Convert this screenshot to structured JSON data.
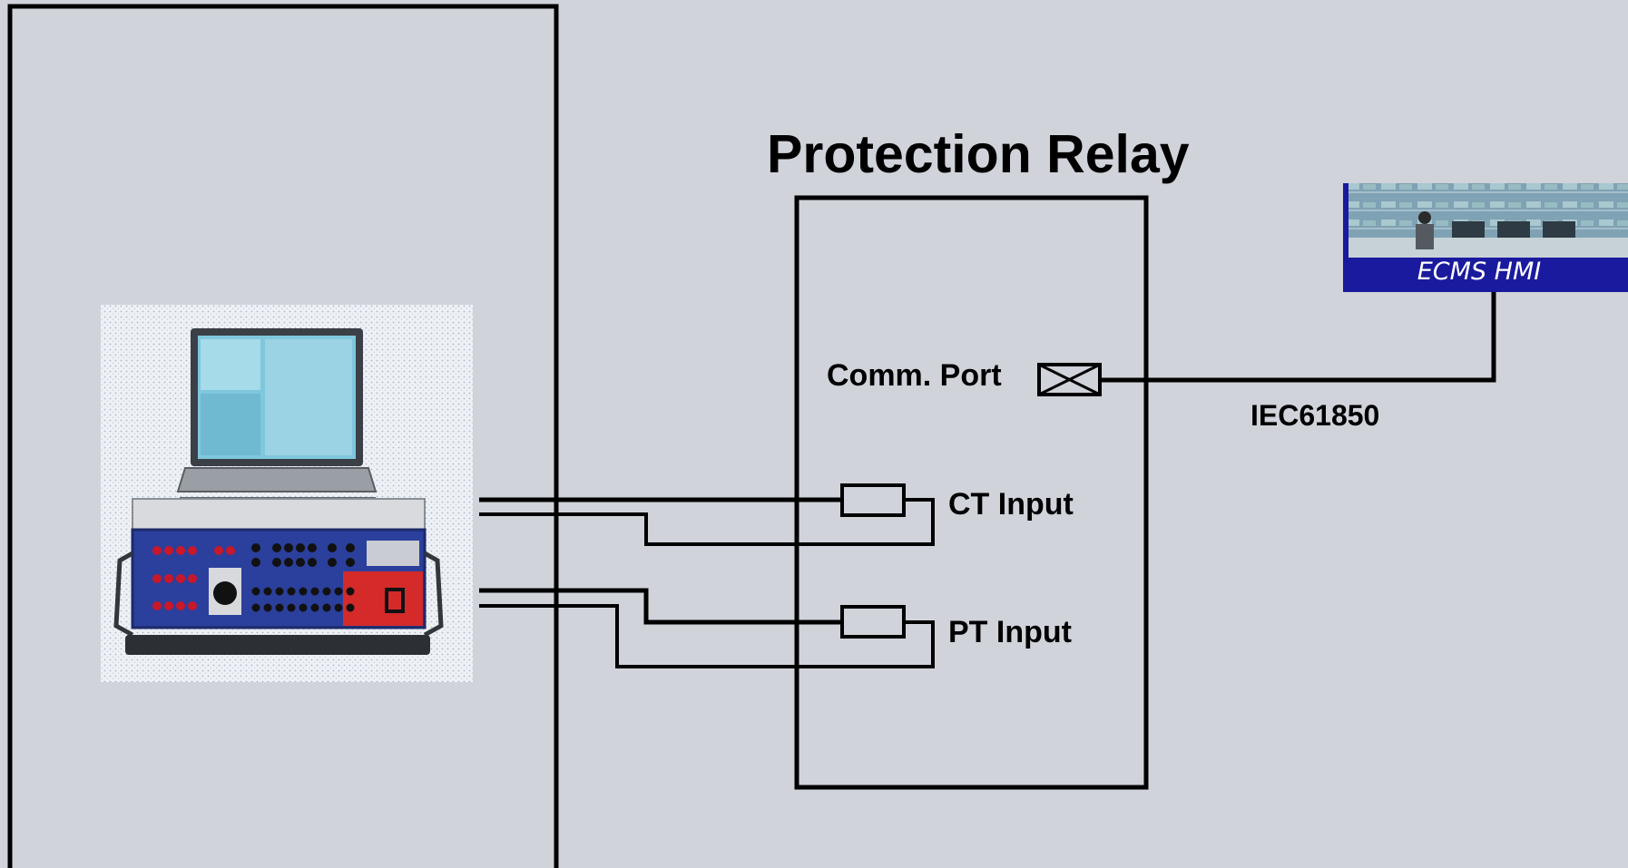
{
  "diagram": {
    "title": "Protection Relay",
    "comm_port_label": "Comm. Port",
    "ct_input_label": "CT Input",
    "pt_input_label": "PT Input",
    "protocol_label": "IEC61850",
    "hmi_label": "ECMS HMI",
    "colors": {
      "background": "#d0d3da",
      "line": "#000000",
      "hmi_banner": "#1a1a9e",
      "test_set_panel": "#2b3f9c",
      "test_set_red": "#d42a2a",
      "laptop_screen": "#7fc7dd"
    }
  }
}
